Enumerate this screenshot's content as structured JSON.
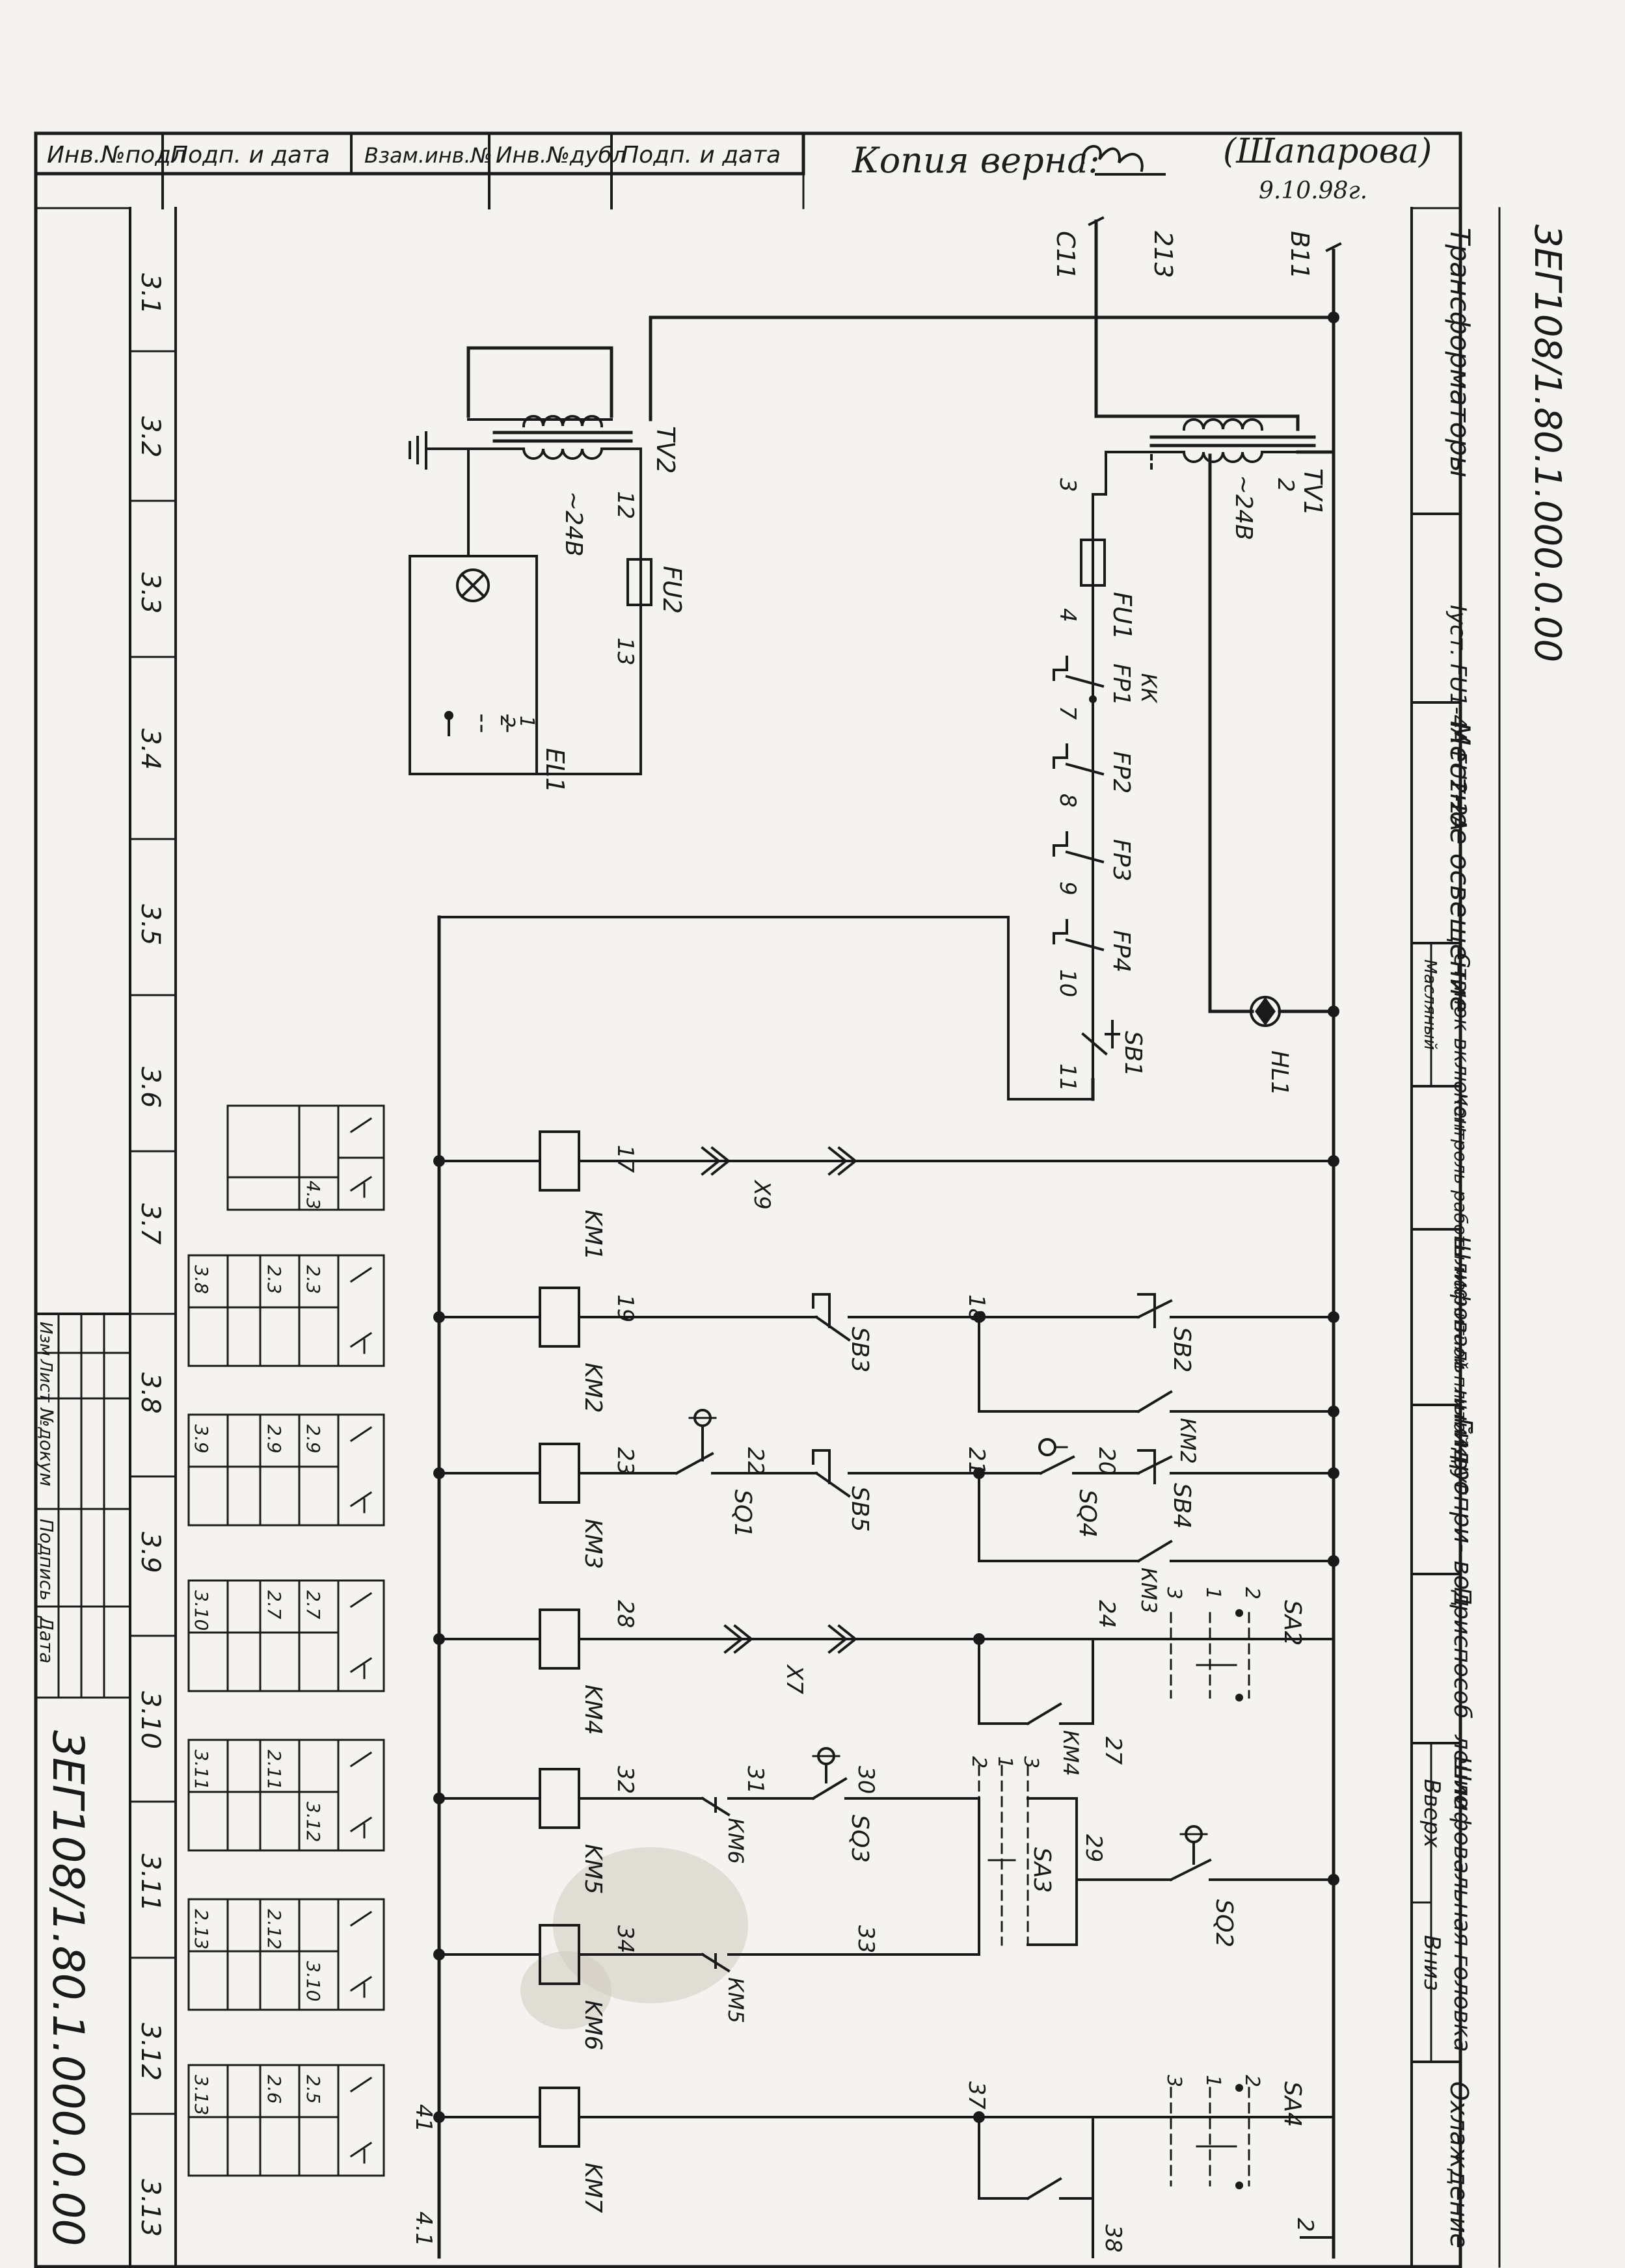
{
  "stamp": {
    "headers": [
      "Инв.№подл",
      "Подп. и дата",
      "Взам.инв.№",
      "Инв.№дубл",
      "Подп. и дата"
    ],
    "copy_note": "Копия верна:",
    "signer": "(Шапарова)",
    "date": "9.10.98г."
  },
  "document_code": "3ЕГ108/1.80.1.000.0.00",
  "title_block": {
    "columns": [
      "Изм",
      "Лист",
      "№докум",
      "Подпись",
      "Дата"
    ]
  },
  "zones": [
    "3.1",
    "3.2",
    "3.3",
    "3.4",
    "3.5",
    "3.6",
    "3.7",
    "3.8",
    "3.9",
    "3.10",
    "3.11",
    "3.12",
    "3.13"
  ],
  "sections": [
    {
      "id": "transformers",
      "label": "Трансформаторы"
    },
    {
      "id": "fuses",
      "label": "Iуст. FU1-4A FU2-2A"
    },
    {
      "id": "local-lighting",
      "label": "Местное освещение"
    },
    {
      "id": "machine-on",
      "label": "Станок включен",
      "sub": "Масляный"
    },
    {
      "id": "plate-control",
      "label": "Контроль работы магнитной плитой"
    },
    {
      "id": "grinding-wheel",
      "label": "Шлифоваль- ный круг"
    },
    {
      "id": "hydraulics",
      "label": "Гидропри- вод"
    },
    {
      "id": "fixture",
      "label": "Приспособ- ление"
    },
    {
      "id": "grinding-head",
      "label": "Шлифовальная головка",
      "sub_up": "Вверх",
      "sub_down": "Вниз"
    },
    {
      "id": "cooling",
      "label": "Охлаждение"
    }
  ],
  "labels": {
    "C11": "C11",
    "213": "213",
    "B11": "B11",
    "TV1": "TV1",
    "TV2": "TV2",
    "v24_1": "~24В",
    "v24_2": "~24В",
    "n2": "2",
    "n3": "3",
    "n4": "4",
    "n7": "7",
    "n8": "8",
    "n9": "9",
    "n10": "10",
    "n11": "11",
    "n12": "12",
    "n13": "13",
    "FU1": "FU1",
    "FU2": "FU2",
    "FP1": "FP1",
    "FP2": "FP2",
    "FP3": "FP3",
    "FP4": "FP4",
    "KK": "КК",
    "SB1": "SB1",
    "HL1": "HL1",
    "EL1": "EL1",
    "el1_1": "1",
    "el1_2": "2",
    "n17": "17",
    "X9": "X9",
    "KM1": "KM1",
    "n18": "18",
    "n19": "19",
    "SB2": "SB2",
    "SB3": "SB3",
    "KM2": "KM2",
    "n20": "20",
    "n21": "21",
    "n22": "22",
    "n23": "23",
    "SB4": "SB4",
    "SB5": "SB5",
    "SQ1": "SQ1",
    "SQ4": "SQ4",
    "KM3": "KM3",
    "km2_c": "КМ2",
    "n24": "24",
    "n27": "27",
    "n28": "28",
    "X7": "X7",
    "KM4": "KM4",
    "km3_c": "КМ3",
    "SA2": "SA2",
    "sa2_1": "1",
    "sa2_2": "2",
    "sa2_3": "3",
    "n29": "29",
    "n30": "30",
    "n31": "31",
    "n32": "32",
    "n33": "33",
    "n34": "34",
    "SA3": "SA3",
    "SQ2": "SQ2",
    "SQ3": "SQ3",
    "KM5": "KM5",
    "KM6": "KM6",
    "km4_c": "КМ4",
    "km5_c": "КМ5",
    "km6_c": "КМ6",
    "sa3_1": "1",
    "sa3_2": "2",
    "sa3_3": "3",
    "n37": "37",
    "n38": "38",
    "n41": "41",
    "n41b": "4.1",
    "SA4": "SA4",
    "KM7": "KM7",
    "sa4_1": "1",
    "sa4_2": "2",
    "sa4_3": "3",
    "n2r": "2"
  },
  "contact_refs": [
    [
      "4.3"
    ],
    [
      "2.3",
      "2.3",
      "3.8"
    ],
    [
      "2.9",
      "2.9",
      "3.9"
    ],
    [
      "2.7",
      "2.7",
      "3.10"
    ],
    [
      "3.12",
      "2.11",
      "3.11"
    ],
    [
      "3.10",
      "2.12",
      "2.13"
    ],
    [
      "2.5",
      "2.6",
      "3.13"
    ]
  ]
}
